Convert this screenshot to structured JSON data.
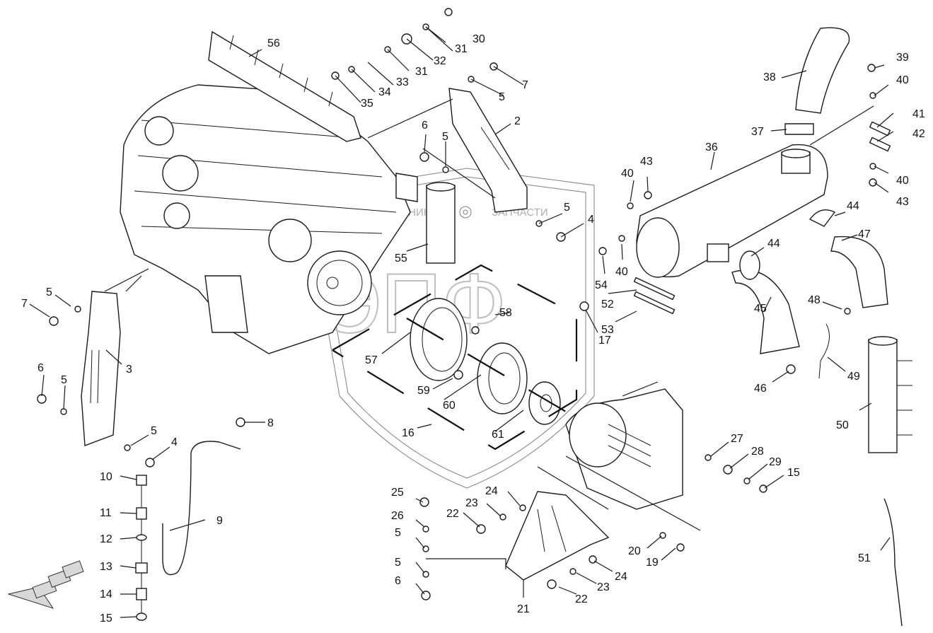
{
  "watermark": {
    "letters": "ЭПФ",
    "left_text": "ТЕХНИКА",
    "right_text": "ЗАПЧАСТИ",
    "gear_glyph": "gear-icon"
  },
  "callouts": [
    {
      "id": "c1",
      "label": "56"
    },
    {
      "id": "c2",
      "label": "30"
    },
    {
      "id": "c3",
      "label": "31"
    },
    {
      "id": "c4",
      "label": "32"
    },
    {
      "id": "c5",
      "label": "31"
    },
    {
      "id": "c6",
      "label": "33"
    },
    {
      "id": "c7",
      "label": "34"
    },
    {
      "id": "c8",
      "label": "35"
    },
    {
      "id": "c9",
      "label": "7"
    },
    {
      "id": "c10",
      "label": "5"
    },
    {
      "id": "c11",
      "label": "2"
    },
    {
      "id": "c12",
      "label": "6"
    },
    {
      "id": "c13",
      "label": "5"
    },
    {
      "id": "c14",
      "label": "5"
    },
    {
      "id": "c15",
      "label": "4"
    },
    {
      "id": "c16",
      "label": "55"
    },
    {
      "id": "c17",
      "label": "38"
    },
    {
      "id": "c18",
      "label": "37"
    },
    {
      "id": "c19",
      "label": "36"
    },
    {
      "id": "c20",
      "label": "39"
    },
    {
      "id": "c21",
      "label": "40"
    },
    {
      "id": "c22",
      "label": "41"
    },
    {
      "id": "c23",
      "label": "42"
    },
    {
      "id": "c24",
      "label": "40"
    },
    {
      "id": "c25",
      "label": "43"
    },
    {
      "id": "c26",
      "label": "40"
    },
    {
      "id": "c27",
      "label": "43"
    },
    {
      "id": "c28",
      "label": "44"
    },
    {
      "id": "c29",
      "label": "47"
    },
    {
      "id": "c30",
      "label": "44"
    },
    {
      "id": "c31",
      "label": "54"
    },
    {
      "id": "c32",
      "label": "40"
    },
    {
      "id": "c33",
      "label": "52"
    },
    {
      "id": "c34",
      "label": "53"
    },
    {
      "id": "c35",
      "label": "45"
    },
    {
      "id": "c36",
      "label": "48"
    },
    {
      "id": "c37",
      "label": "49"
    },
    {
      "id": "c38",
      "label": "46"
    },
    {
      "id": "c39",
      "label": "50"
    },
    {
      "id": "c40",
      "label": "51"
    },
    {
      "id": "c41",
      "label": "7"
    },
    {
      "id": "c42",
      "label": "5"
    },
    {
      "id": "c43",
      "label": "3"
    },
    {
      "id": "c44",
      "label": "6"
    },
    {
      "id": "c45",
      "label": "5"
    },
    {
      "id": "c46",
      "label": "5"
    },
    {
      "id": "c47",
      "label": "4"
    },
    {
      "id": "c48",
      "label": "8"
    },
    {
      "id": "c49",
      "label": "10"
    },
    {
      "id": "c50",
      "label": "11"
    },
    {
      "id": "c51",
      "label": "9"
    },
    {
      "id": "c52",
      "label": "12"
    },
    {
      "id": "c53",
      "label": "13"
    },
    {
      "id": "c54",
      "label": "14"
    },
    {
      "id": "c55",
      "label": "15"
    },
    {
      "id": "c56",
      "label": "58"
    },
    {
      "id": "c57",
      "label": "17"
    },
    {
      "id": "c58",
      "label": "57"
    },
    {
      "id": "c59",
      "label": "59"
    },
    {
      "id": "c60",
      "label": "60"
    },
    {
      "id": "c61",
      "label": "16"
    },
    {
      "id": "c62",
      "label": "61"
    },
    {
      "id": "c63",
      "label": "27"
    },
    {
      "id": "c64",
      "label": "28"
    },
    {
      "id": "c65",
      "label": "29"
    },
    {
      "id": "c66",
      "label": "15"
    },
    {
      "id": "c67",
      "label": "25"
    },
    {
      "id": "c68",
      "label": "24"
    },
    {
      "id": "c69",
      "label": "26"
    },
    {
      "id": "c70",
      "label": "23"
    },
    {
      "id": "c71",
      "label": "22"
    },
    {
      "id": "c72",
      "label": "5"
    },
    {
      "id": "c73",
      "label": "5"
    },
    {
      "id": "c74",
      "label": "6"
    },
    {
      "id": "c75",
      "label": "20"
    },
    {
      "id": "c76",
      "label": "19"
    },
    {
      "id": "c77",
      "label": "24"
    },
    {
      "id": "c78",
      "label": "23"
    },
    {
      "id": "c79",
      "label": "22"
    },
    {
      "id": "c80",
      "label": "21"
    }
  ],
  "nav_arrow": "direction-arrow-icon"
}
